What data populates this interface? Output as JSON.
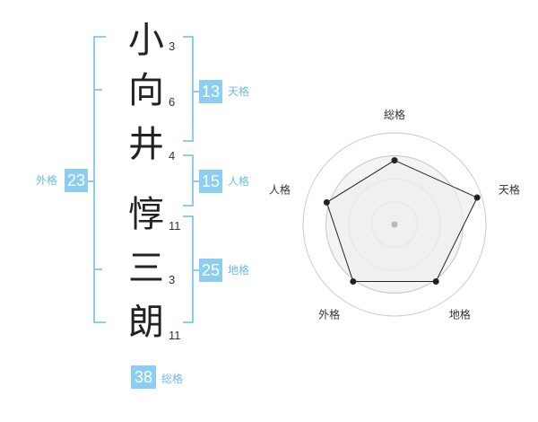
{
  "name": {
    "chars": [
      {
        "char": "小",
        "strokes": "3"
      },
      {
        "char": "向",
        "strokes": "6"
      },
      {
        "char": "井",
        "strokes": "4"
      },
      {
        "char": "惇",
        "strokes": "11"
      },
      {
        "char": "三",
        "strokes": "3"
      },
      {
        "char": "朗",
        "strokes": "11"
      }
    ]
  },
  "fortune": {
    "tenkaku": {
      "value": "13",
      "label": "天格"
    },
    "jinkaku": {
      "value": "15",
      "label": "人格"
    },
    "chikaku": {
      "value": "25",
      "label": "地格"
    },
    "gaikaku": {
      "value": "23",
      "label": "外格"
    },
    "soukaku": {
      "value": "38",
      "label": "総格"
    }
  },
  "colors": {
    "accent": "#8dcdf0",
    "label": "#6bbbe6"
  },
  "chart_data": {
    "type": "radar",
    "axes": [
      "総格",
      "天格",
      "地格",
      "外格",
      "人格"
    ],
    "values": [
      0.7,
      0.95,
      0.77,
      0.77,
      0.78
    ],
    "max": 1,
    "rings": 4
  }
}
